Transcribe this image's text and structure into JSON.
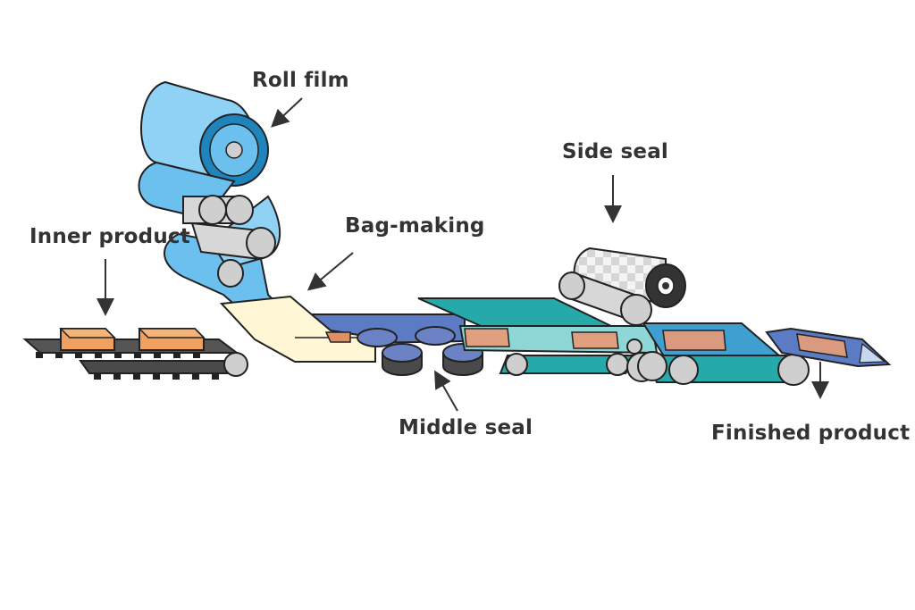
{
  "diagram": {
    "labels": {
      "roll_film": "Roll film",
      "inner_product": "Inner product",
      "bag_making": "Bag-making",
      "side_seal": "Side seal",
      "middle_seal": "Middle seal",
      "finished_product": "Finished product"
    },
    "colors": {
      "film_blue": "#6cc0ee",
      "film_light": "#a5dcf8",
      "roll_dark": "#1f83bc",
      "product_orange": "#f0a060",
      "tunnel_teal": "#26a9a9",
      "tunnel_light": "#8fd6d6",
      "bag_blue": "#5b7cc4",
      "roller_gray": "#cfcfcf",
      "conveyor_dark": "#4a4a4a",
      "former_cream": "#fff7d6",
      "label_text": "#333333"
    }
  }
}
